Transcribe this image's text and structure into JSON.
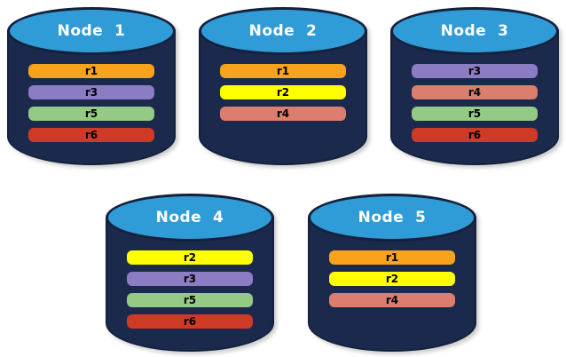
{
  "diagram": {
    "title": "replicated-database-nodes",
    "colors": {
      "cylinder_body": "#1B2A4C",
      "cylinder_top": "#2F9CD8",
      "cylinder_outline": "#14213C",
      "replicas": {
        "r1": "#F9A21B",
        "r2": "#FFFF00",
        "r3": "#8C7CC4",
        "r4": "#DC7E6E",
        "r5": "#94CA84",
        "r6": "#CF3A27"
      }
    },
    "nodes": [
      {
        "label": "Node  1",
        "replicas": [
          "r1",
          "r3",
          "r5",
          "r6"
        ]
      },
      {
        "label": "Node  2",
        "replicas": [
          "r1",
          "r2",
          "r4"
        ]
      },
      {
        "label": "Node  3",
        "replicas": [
          "r3",
          "r4",
          "r5",
          "r6"
        ]
      },
      {
        "label": "Node  4",
        "replicas": [
          "r2",
          "r3",
          "r5",
          "r6"
        ]
      },
      {
        "label": "Node  5",
        "replicas": [
          "r1",
          "r2",
          "r4"
        ]
      }
    ]
  }
}
